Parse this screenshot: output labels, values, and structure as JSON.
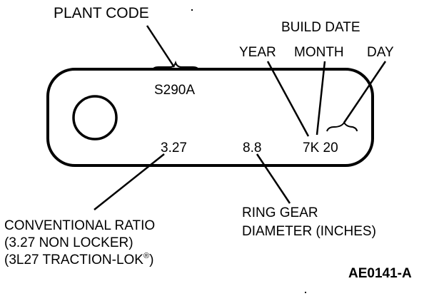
{
  "labels": {
    "plant_code": "PLANT CODE",
    "build_date": "BUILD DATE",
    "year": "YEAR",
    "month": "MONTH",
    "day": "DAY",
    "conventional_ratio": "CONVENTIONAL RATIO",
    "non_locker": "(3.27 NON LOCKER)",
    "traction_lok": "(3L27 TRACTION-LOK",
    "traction_lok_mark": "®",
    "traction_lok_close": ")",
    "ring_gear_1": "RING GEAR",
    "ring_gear_2": "DIAMETER (INCHES)"
  },
  "tag": {
    "plant_code_value": "S290A",
    "ratio_value": "3.27",
    "ring_gear_value": "8.8",
    "date_value": "7K 20"
  },
  "figure_id": "AE0141-A"
}
